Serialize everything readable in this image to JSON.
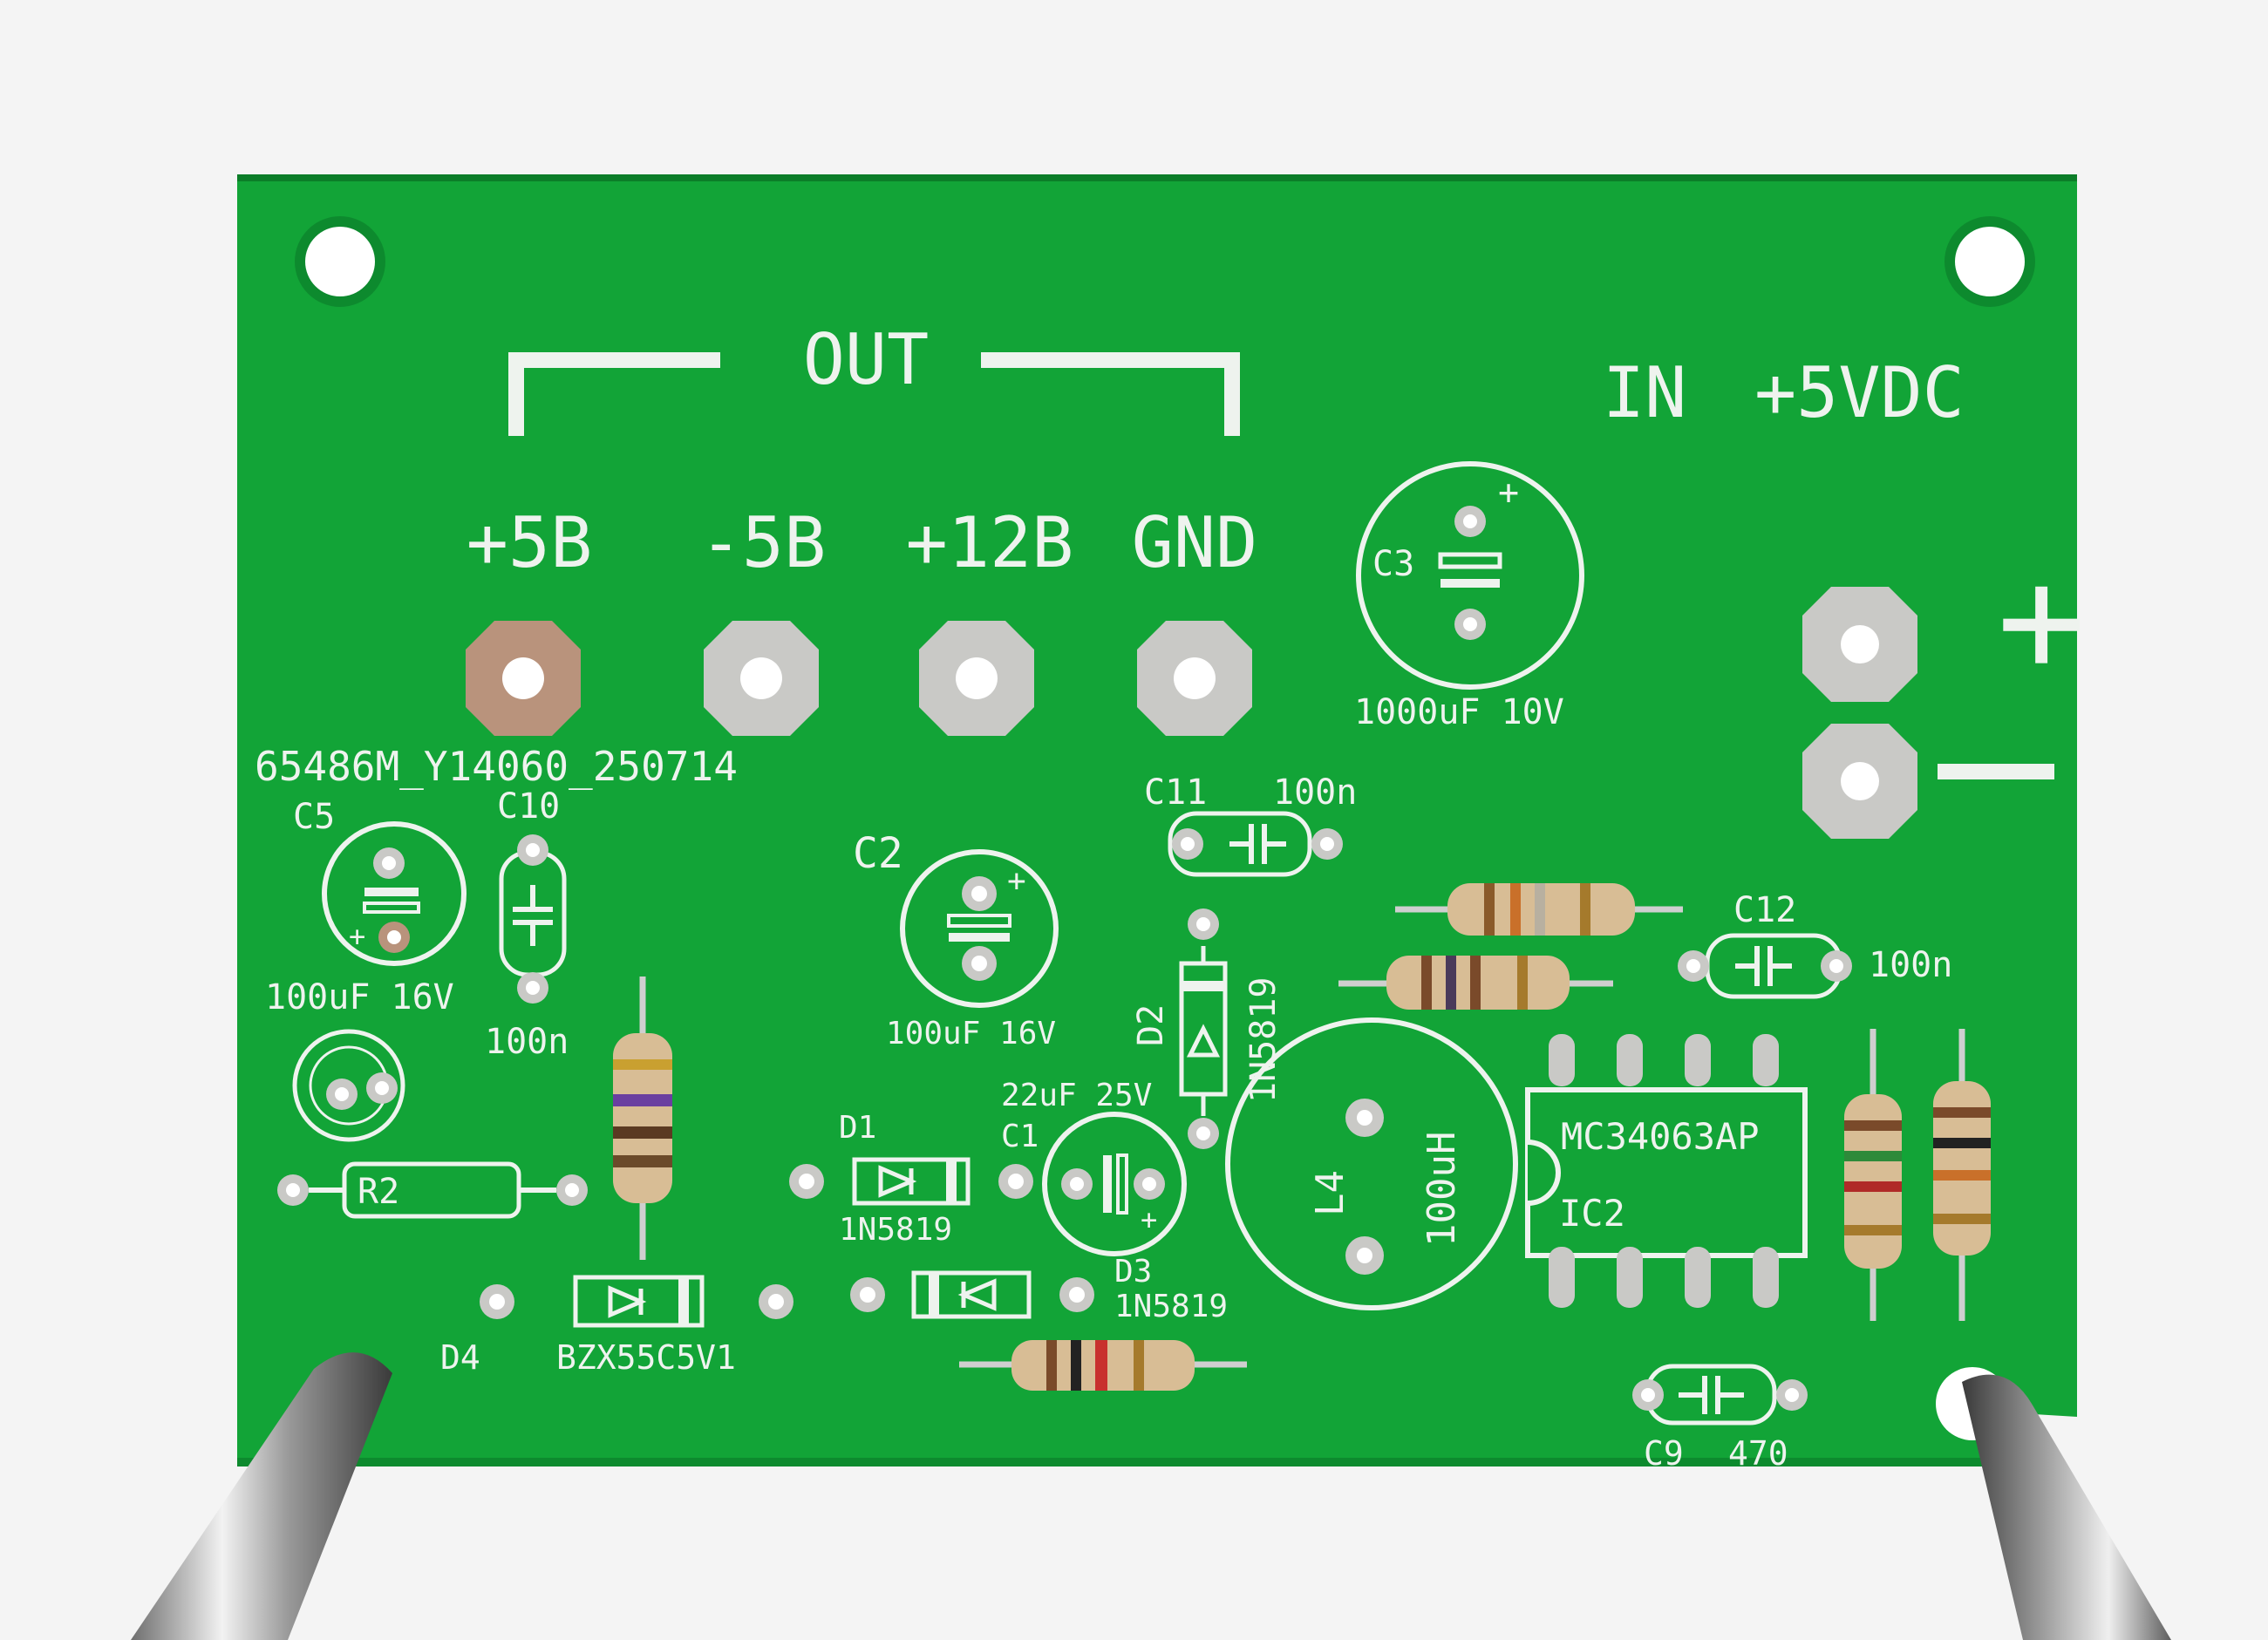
{
  "board": {
    "colors": {
      "pcb": "#12a437",
      "pcb_dark": "#0b7d28",
      "silk": "#eef3ee",
      "pad": "#c9c9c6",
      "copper_pad": "#b9937c",
      "resistor_body": "#d8bd95",
      "background": "#f4f4f4"
    },
    "header_out": "OUT",
    "header_in": "IN",
    "header_in_voltage": "+5VDC",
    "terminals": [
      "+5B",
      "-5B",
      "+12B",
      "GND"
    ],
    "pcb_code": "65486M_Y14060_250714",
    "polarity_plus": "+",
    "polarity_minus": "−"
  },
  "labels": {
    "c3": "C3",
    "c3_value": "1000uF 10V",
    "c11": "C11",
    "c11_value": "100n",
    "c12": "C12",
    "c12_value": "100n",
    "c5": "C5",
    "c10": "C10",
    "c5_value": "100uF 16V",
    "c10_value": "100n",
    "c2": "C2",
    "c2_value": "100uF 16V",
    "d2": "D2",
    "d2_part": "1N5819",
    "c1_value": "22uF 25V",
    "c1": "C1",
    "d1": "D1",
    "d1_part": "1N5819",
    "r2": "R2",
    "l4": "L4",
    "l4_value": "100uH",
    "ic2_part": "MC34063AP",
    "ic2": "IC2",
    "d3": "D3",
    "d3_part": "1N5819",
    "d4": "D4",
    "d4_part": "BZX55C5V1",
    "c9": "C9",
    "c9_value": "470"
  }
}
